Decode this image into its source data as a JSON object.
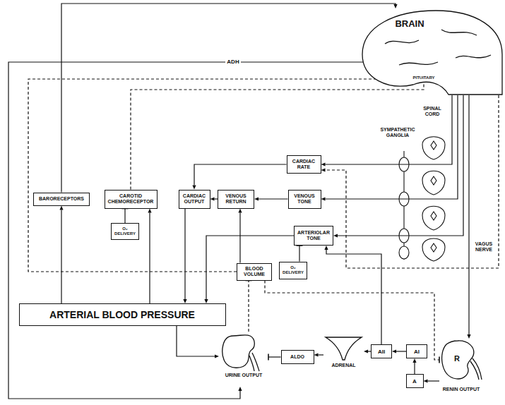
{
  "diagram": {
    "nodes": [
      {
        "text": [
          "BRAIN"
        ]
      },
      {
        "text": [
          "PITUITARY"
        ],
        "in": 0
      },
      {
        "text": [
          "BARORECEPTORS"
        ]
      },
      {
        "text": [
          "CAROTID CHEMORECEPTOR"
        ]
      },
      {
        "text": [
          "O₂ DELIVERY"
        ]
      },
      {
        "text": [
          "CARDIAC RATE"
        ]
      },
      {
        "text": [
          "CARDIAC OUTPUT"
        ]
      },
      {
        "text": [
          "VENOUS RETURN"
        ]
      },
      {
        "text": [
          "VENOUS TONE"
        ]
      },
      {
        "text": [
          "ARTERIOLAR TONE"
        ]
      },
      {
        "text": [
          "BLOOD VOLUME"
        ]
      },
      {
        "text": [
          "O₂ DELIVERY"
        ]
      },
      {
        "text": [
          "ARTERIAL BLOOD PRESSURE"
        ]
      },
      {
        "text": [
          "URINE OUTPUT"
        ]
      },
      {
        "text": [
          "ALDO"
        ]
      },
      {
        "text": [
          "ADRENAL"
        ]
      },
      {
        "text": [
          "AII"
        ]
      },
      {
        "text": [
          "AI"
        ]
      },
      {
        "text": [
          "A"
        ]
      },
      {
        "text": [
          "R",
          "RENIN OUTPUT"
        ]
      }
    ],
    "edges": [
      {
        "from": 2,
        "to": 0,
        "arrow": "to"
      },
      {
        "from": 3,
        "to": 1,
        "arrow": "to"
      },
      {
        "from": 4,
        "to": 3,
        "arrow": "to"
      },
      {
        "from": 12,
        "to": 2,
        "arrow": "to"
      },
      {
        "from": 12,
        "to": 3,
        "arrow": "to"
      },
      {
        "from": 5,
        "to": 6,
        "arrow": "to"
      },
      {
        "from": 8,
        "to": 7,
        "arrow": "to"
      },
      {
        "from": 7,
        "to": 6,
        "arrow": "to"
      },
      {
        "from": 6,
        "to": 12,
        "arrow": "to"
      },
      {
        "from": 9,
        "to": 12,
        "arrow": "to"
      },
      {
        "from": 10,
        "to": 7,
        "arrow": "to"
      },
      {
        "from": 11,
        "to": 9,
        "arrow": "to"
      },
      {
        "from": 12,
        "to": 13,
        "arrow": "to"
      },
      {
        "from": 13,
        "to": 10,
        "arrow": "to"
      },
      {
        "from": 10,
        "to": 1,
        "arrow": "to"
      },
      {
        "from": 10,
        "to": 19,
        "arrow": "to"
      },
      {
        "from": 0,
        "to": 5,
        "arrow": "to"
      },
      {
        "from": 0,
        "to": 8,
        "arrow": "to"
      },
      {
        "from": 0,
        "to": 9,
        "arrow": "to"
      },
      {
        "from": 0,
        "to": 19,
        "arrow": "to"
      },
      {
        "from": 0,
        "to": 5,
        "arrow": "to"
      },
      {
        "from": 1,
        "to": 13,
        "label": "ADH",
        "arrow": "to"
      },
      {
        "from": 19,
        "to": 18,
        "arrow": "to"
      },
      {
        "from": 18,
        "to": 17,
        "arrow": "to"
      },
      {
        "from": 17,
        "to": 16,
        "arrow": "to"
      },
      {
        "from": 16,
        "to": 15,
        "arrow": "to"
      },
      {
        "from": 16,
        "to": 9,
        "arrow": "to"
      },
      {
        "from": 15,
        "to": 14,
        "arrow": "to"
      },
      {
        "from": 14,
        "to": 13,
        "arrow": "to"
      }
    ],
    "labels": [
      "SPINAL CORD",
      "SYMPATHETIC GANGLIA",
      "VAGUS NERVE"
    ]
  }
}
